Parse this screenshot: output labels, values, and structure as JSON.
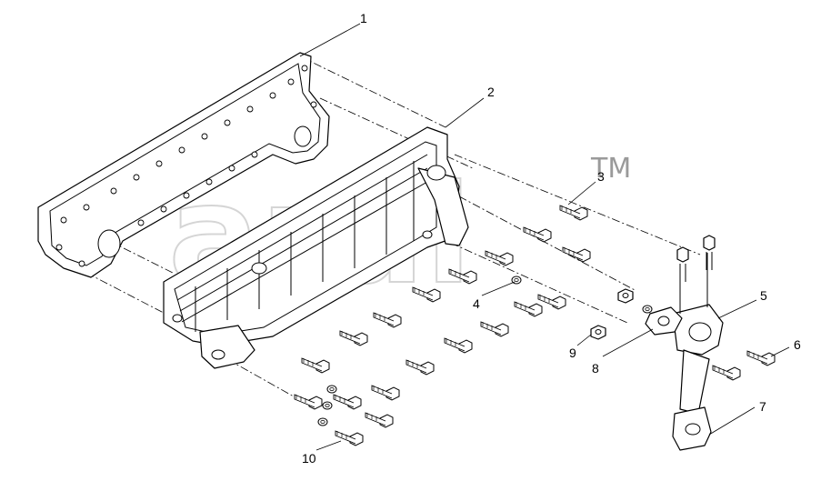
{
  "watermark": {
    "text": "ardl",
    "tm": "TM"
  },
  "callouts": [
    {
      "id": "1",
      "label": "1"
    },
    {
      "id": "2",
      "label": "2"
    },
    {
      "id": "3",
      "label": "3"
    },
    {
      "id": "4",
      "label": "4"
    },
    {
      "id": "5",
      "label": "5"
    },
    {
      "id": "6",
      "label": "6"
    },
    {
      "id": "7",
      "label": "7"
    },
    {
      "id": "8",
      "label": "8"
    },
    {
      "id": "9",
      "label": "9"
    },
    {
      "id": "10",
      "label": "10"
    }
  ]
}
